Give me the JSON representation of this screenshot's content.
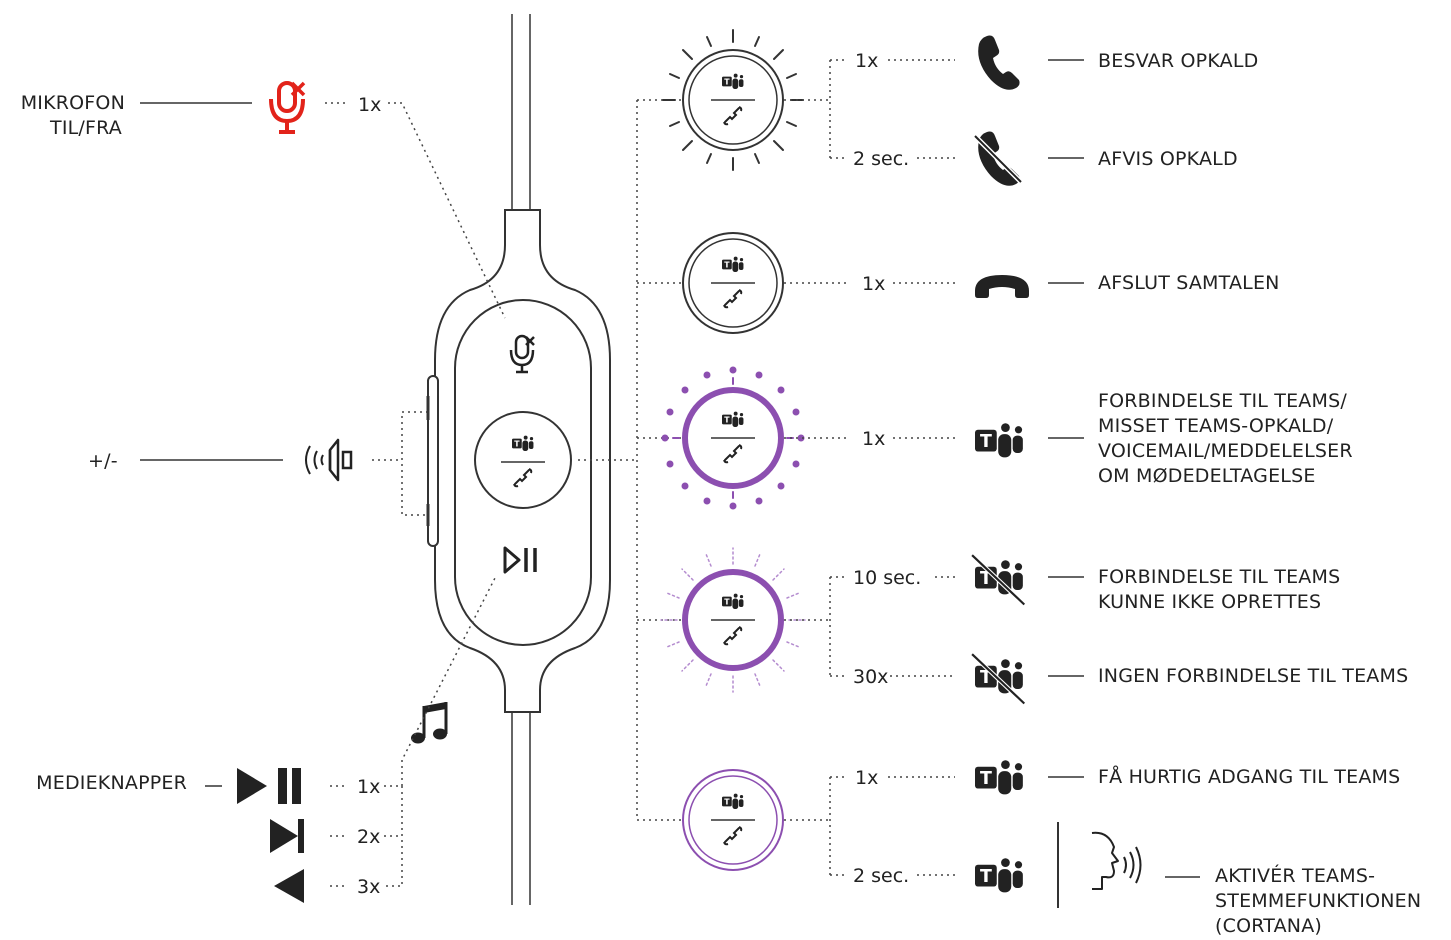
{
  "colors": {
    "ink": "#222222",
    "mute_red": "#e2231a",
    "teams_purple": "#8c4fb0"
  },
  "left": {
    "mic_label_line1": "MIKROFON",
    "mic_label_line2": "TIL/FRA",
    "mic_count": "1x",
    "volume_label": "+/-",
    "media_label": "MEDIEKNAPPER",
    "media_counts": [
      "1x",
      "2x",
      "3x"
    ]
  },
  "right": {
    "rows": [
      {
        "count": "1x",
        "label_lines": [
          "BESVAR OPKALD"
        ],
        "icon": "phone-answer-icon"
      },
      {
        "count": "2 sec.",
        "label_lines": [
          "AFVIS OPKALD"
        ],
        "icon": "phone-decline-icon"
      },
      {
        "count": "1x",
        "label_lines": [
          "AFSLUT SAMTALEN"
        ],
        "icon": "phone-hangup-icon"
      },
      {
        "count": "1x",
        "label_lines": [
          "FORBINDELSE TIL TEAMS/",
          "MISSET TEAMS-OPKALD/",
          "VOICEMAIL/MEDDELELSER",
          "OM MØDEDELTAGELSE"
        ],
        "icon": "teams-icon"
      },
      {
        "count": "10 sec.",
        "label_lines": [
          "FORBINDELSE TIL TEAMS",
          "KUNNE IKKE OPRETTES"
        ],
        "icon": "teams-crossed-icon"
      },
      {
        "count": "30x",
        "label_lines": [
          "INGEN FORBINDELSE TIL TEAMS"
        ],
        "icon": "teams-crossed-icon"
      },
      {
        "count": "1x",
        "label_lines": [
          "FÅ HURTIG ADGANG TIL TEAMS"
        ],
        "icon": "teams-icon"
      },
      {
        "count": "2 sec.",
        "label_lines": [
          "AKTIVÉR TEAMS-",
          "STEMMEFUNKTIONEN",
          "(CORTANA)"
        ],
        "icon": "teams-icon"
      }
    ]
  }
}
